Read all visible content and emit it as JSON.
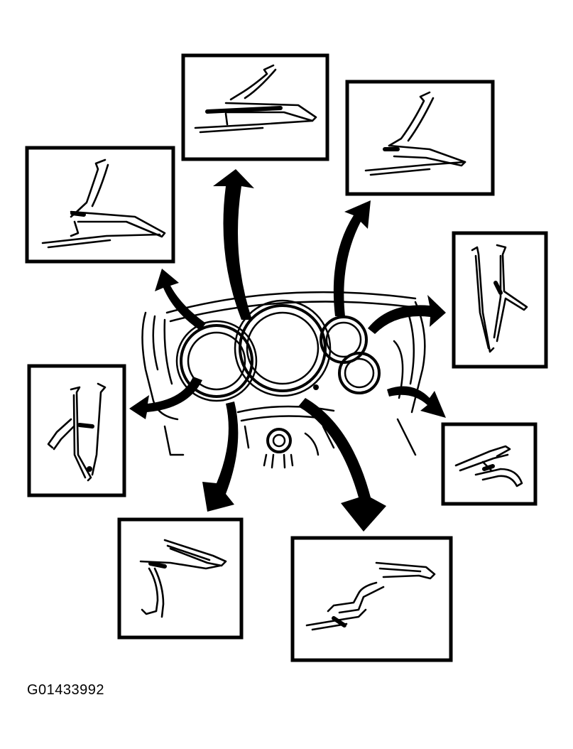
{
  "figure": {
    "id_label": "G01433992"
  },
  "colors": {
    "ink": "#000000",
    "paper": "#ffffff"
  },
  "callouts": [
    {
      "position": "top-left",
      "depicts": "clip"
    },
    {
      "position": "top-center",
      "depicts": "clip"
    },
    {
      "position": "top-right",
      "depicts": "clip"
    },
    {
      "position": "right-upper",
      "depicts": "clip"
    },
    {
      "position": "right-lower",
      "depicts": "clip"
    },
    {
      "position": "bottom-right",
      "depicts": "clip"
    },
    {
      "position": "bottom-center",
      "depicts": "clip"
    },
    {
      "position": "left",
      "depicts": "clip"
    }
  ]
}
